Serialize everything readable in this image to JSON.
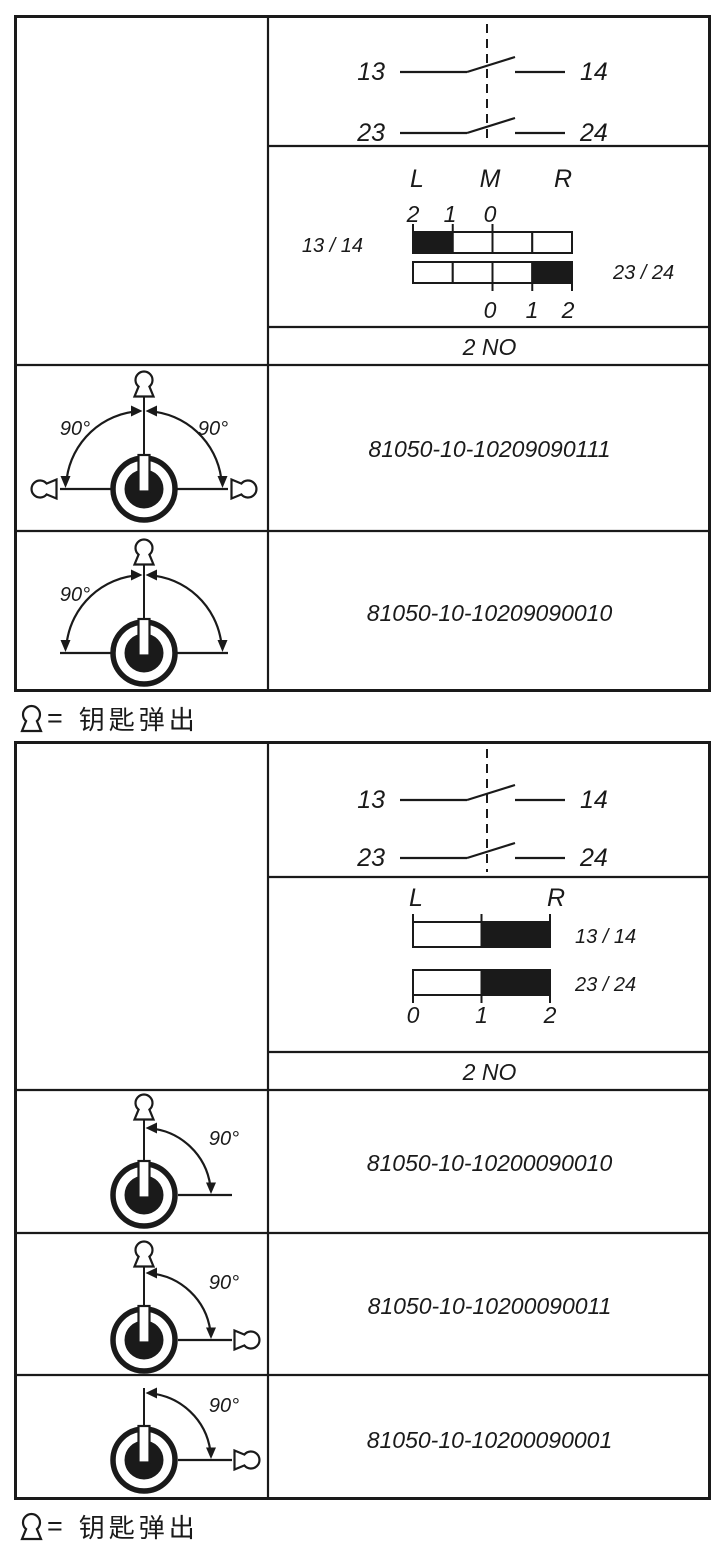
{
  "colors": {
    "ink": "#1a1a1a",
    "paper": "#ffffff",
    "bar_on": "#1a1a1a",
    "bar_off": "#ffffff"
  },
  "legend": {
    "symbol": "keyhole-icon",
    "eq": "=",
    "text": "钥匙弹出"
  },
  "t1": {
    "circuit": {
      "c1l": "13",
      "c1r": "14",
      "c2l": "23",
      "c2r": "24"
    },
    "pos": {
      "l": "L",
      "m": "M",
      "r": "R",
      "top": [
        "2",
        "1",
        "0"
      ],
      "bottom": [
        "0",
        "1",
        "2"
      ],
      "row1_label": "13 / 14",
      "row2_label": "23 / 24",
      "row1_cells": [
        "#1a1a1a",
        "#ffffff",
        "#ffffff",
        "#ffffff"
      ],
      "row2_cells": [
        "#ffffff",
        "#ffffff",
        "#ffffff",
        "#1a1a1a"
      ]
    },
    "config": "2 NO",
    "rows": [
      {
        "part": "81050-10-10209090111",
        "angle_l": "90°",
        "angle_r": "90°"
      },
      {
        "part": "81050-10-10209090010",
        "angle_l": "90°"
      }
    ]
  },
  "t2": {
    "circuit": {
      "c1l": "13",
      "c1r": "14",
      "c2l": "23",
      "c2r": "24"
    },
    "pos": {
      "l": "L",
      "r": "R",
      "bottom": [
        "0",
        "1",
        "2"
      ],
      "row1_label": "13 / 14",
      "row2_label": "23 / 24",
      "row1_cells": [
        "#ffffff",
        "#1a1a1a"
      ],
      "row2_cells": [
        "#ffffff",
        "#1a1a1a"
      ]
    },
    "config": "2 NO",
    "rows": [
      {
        "part": "81050-10-10200090010",
        "angle": "90°"
      },
      {
        "part": "81050-10-10200090011",
        "angle": "90°"
      },
      {
        "part": "81050-10-10200090001",
        "angle": "90°"
      }
    ]
  }
}
